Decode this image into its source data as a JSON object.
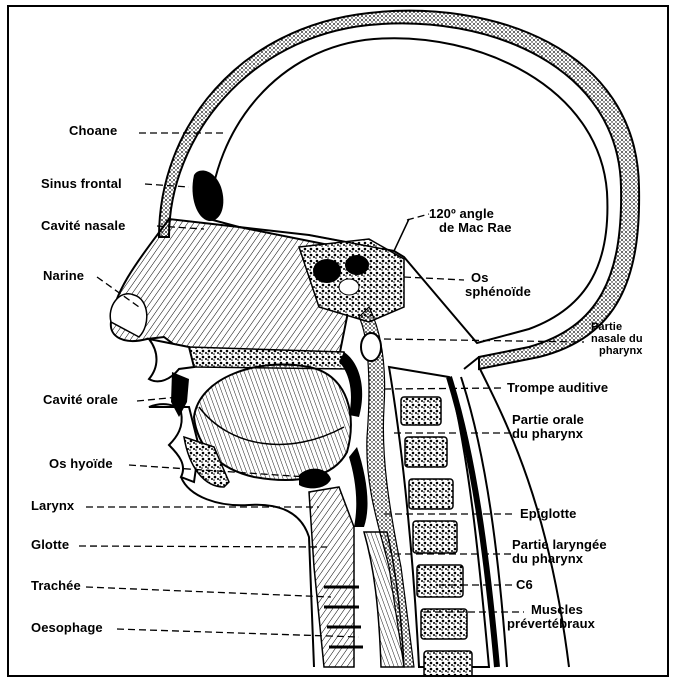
{
  "diagram": {
    "labels": {
      "choane": "Choane",
      "sinus_frontal": "Sinus frontal",
      "cavite_nasale": "Cavité nasale",
      "narine": "Narine",
      "cavite_orale": "Cavité orale",
      "os_hyoide": "Os hyoïde",
      "larynx": "Larynx",
      "glotte": "Glotte",
      "trachee": "Trachée",
      "oesophage": "Oesophage",
      "angle_line1": "120º angle",
      "angle_line2": "de Mac Rae",
      "os_line1": "Os",
      "os_line2": "sphénoïde",
      "partie_nasale_line1": "Partie",
      "partie_nasale_line2": "nasale du",
      "partie_nasale_line3": "pharynx",
      "trompe_auditive": "Trompe auditive",
      "partie_orale_line1": "Partie orale",
      "partie_orale_line2": "du pharynx",
      "epiglotte": "Epiglotte",
      "partie_laryngee_line1": "Partie laryngée",
      "partie_laryngee_line2": "du pharynx",
      "c6": "C6",
      "muscles_line1": "Muscles",
      "muscles_line2": "prévertébraux"
    }
  }
}
